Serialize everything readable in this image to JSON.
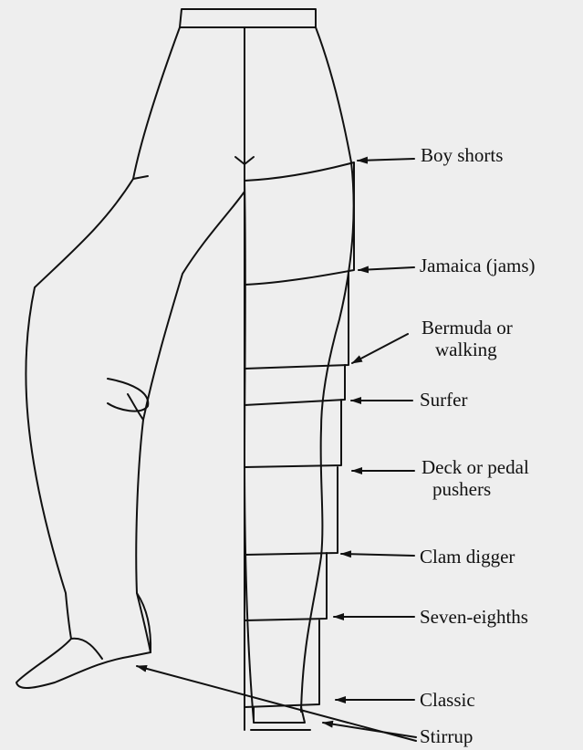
{
  "labels": {
    "boy_shorts": "Boy shorts",
    "jamaica": "Jamaica (jams)",
    "bermuda_line1": "Bermuda or",
    "bermuda_line2": "walking",
    "surfer": "Surfer",
    "deck_line1": "Deck or pedal",
    "deck_line2": "pushers",
    "clam_digger": "Clam digger",
    "seven_eighths": "Seven-eighths",
    "classic": "Classic",
    "stirrup": "Stirrup"
  },
  "colors": {
    "background": "#eeeeee",
    "line": "#111111"
  }
}
